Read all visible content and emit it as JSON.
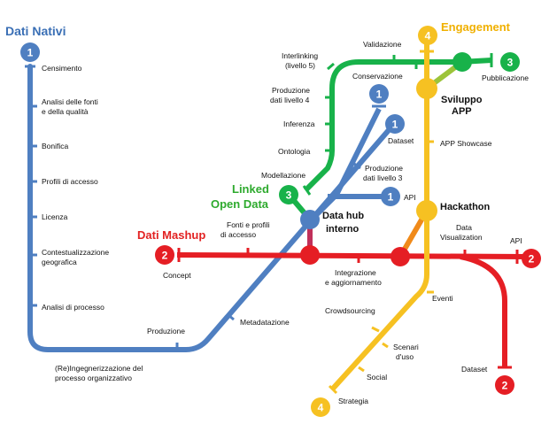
{
  "colors": {
    "blue": "#4f7fc1",
    "red": "#e51e24",
    "green": "#18b24a",
    "yellow": "#f6c122"
  },
  "lines": {
    "blue": {
      "title": "Dati Nativi",
      "number": "1",
      "stops": [
        "Censimento",
        "Analisi delle fonti",
        "e della qualità",
        "Bonifica",
        "Profili di accesso",
        "Licenza",
        "Contestualizzazione",
        "geografica",
        "Analisi di processo",
        "Produzione",
        "Metadatazione",
        "Dataset",
        "Produzione",
        "dati livello 3",
        "API"
      ],
      "bottom_label_1": "(Re)Ingegnerizzazione del",
      "bottom_label_2": "processo organizzativo"
    },
    "green": {
      "title_1": "Linked",
      "title_2": "Open Data",
      "number": "3",
      "stops": [
        "Modellazione",
        "Ontologia",
        "Inferenza",
        "Produzione",
        "dati livello 4",
        "Interlinking",
        "(livello 5)",
        "Validazione",
        "Conservazione",
        "Pubblicazione"
      ]
    },
    "red": {
      "title": "Dati Mashup",
      "number": "2",
      "stops": [
        "Concept",
        "Fonti e profili",
        "di accesso",
        "Integrazione",
        "e aggiornamento",
        "Data",
        "Visualization",
        "API",
        "Dataset"
      ]
    },
    "yellow": {
      "title": "Engagement",
      "number": "4",
      "stops": [
        "APP Showcase",
        "Eventi",
        "Crowdsourcing",
        "Scenari",
        "d'uso",
        "Social",
        "Strategia"
      ]
    }
  },
  "hubs": {
    "data_hub_1": "Data hub",
    "data_hub_2": "interno",
    "sviluppo_1": "Sviluppo",
    "sviluppo_2": "APP",
    "hackathon": "Hackathon"
  }
}
